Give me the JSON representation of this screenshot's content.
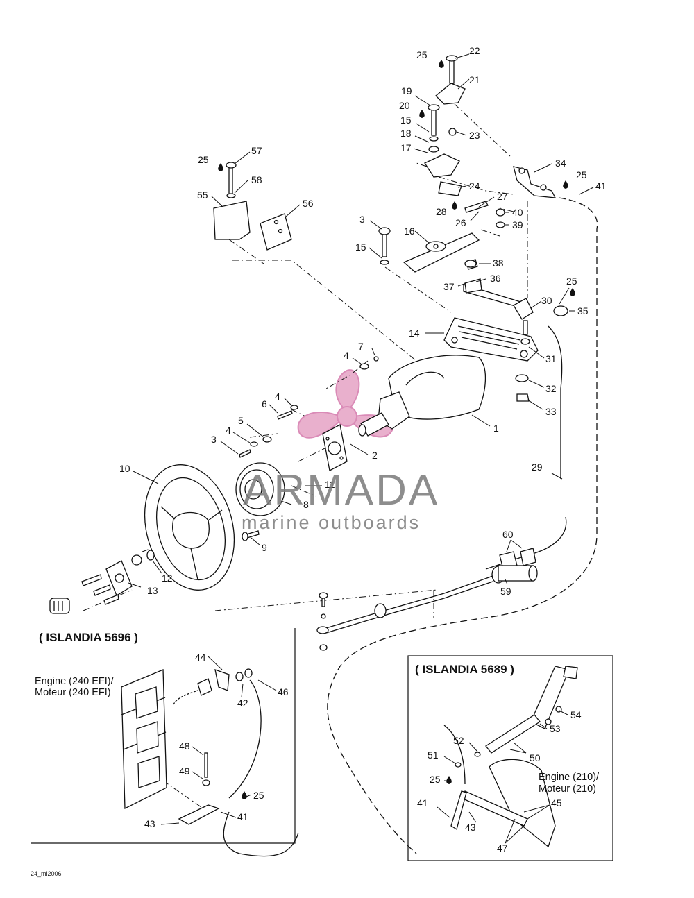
{
  "watermark": {
    "brand": "ARMADA",
    "tagline": "marine outboards",
    "logo_color": "#e7a8c8"
  },
  "insets": {
    "left": {
      "title": "( ISLANDIA 5696 )",
      "engine_line1": "Engine (240 EFI)/",
      "engine_line2": "Moteur (240 EFI)"
    },
    "right": {
      "title": "( ISLANDIA 5689 )",
      "engine_line1": "Engine (210)/",
      "engine_line2": "Moteur (210)"
    }
  },
  "drawing_code": "24_mi2006",
  "callouts": [
    "25",
    "22",
    "21",
    "19",
    "20",
    "15",
    "23",
    "18",
    "17",
    "24",
    "27",
    "28",
    "26",
    "40",
    "39",
    "34",
    "25",
    "41",
    "57",
    "25",
    "58",
    "55",
    "56",
    "3",
    "16",
    "15",
    "38",
    "37",
    "36",
    "25",
    "30",
    "35",
    "14",
    "31",
    "7",
    "4",
    "32",
    "33",
    "4",
    "6",
    "5",
    "4",
    "1",
    "3",
    "2",
    "10",
    "11",
    "8",
    "9",
    "29",
    "60",
    "59",
    "12",
    "13",
    "44",
    "42",
    "46",
    "48",
    "49",
    "25",
    "41",
    "43",
    "54",
    "53",
    "52",
    "50",
    "51",
    "25",
    "45",
    "41",
    "43",
    "47"
  ]
}
